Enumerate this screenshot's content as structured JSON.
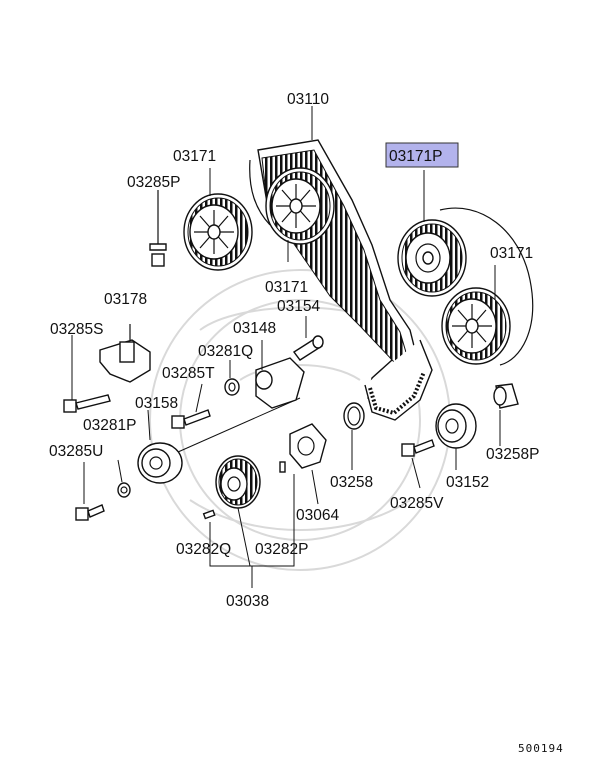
{
  "diagram": {
    "highlight_color": "#b3b3ec",
    "reference_number": "500194",
    "labels": [
      {
        "id": "l03110",
        "text": "03110"
      },
      {
        "id": "l03171a",
        "text": "03171"
      },
      {
        "id": "l03285P",
        "text": "03285P"
      },
      {
        "id": "l03171P",
        "text": "03171P",
        "highlighted": true
      },
      {
        "id": "l03171b",
        "text": "03171"
      },
      {
        "id": "l03171c",
        "text": "03171"
      },
      {
        "id": "l03178",
        "text": "03178"
      },
      {
        "id": "l03154",
        "text": "03154"
      },
      {
        "id": "l03285S",
        "text": "03285S"
      },
      {
        "id": "l03148",
        "text": "03148"
      },
      {
        "id": "l03281Q",
        "text": "03281Q"
      },
      {
        "id": "l03285T",
        "text": "03285T"
      },
      {
        "id": "l03158",
        "text": "03158"
      },
      {
        "id": "l03281P",
        "text": "03281P"
      },
      {
        "id": "l03285U",
        "text": "03285U"
      },
      {
        "id": "l03258",
        "text": "03258"
      },
      {
        "id": "l03152",
        "text": "03152"
      },
      {
        "id": "l03258P",
        "text": "03258P"
      },
      {
        "id": "l03285V",
        "text": "03285V"
      },
      {
        "id": "l03064",
        "text": "03064"
      },
      {
        "id": "l03282Q",
        "text": "03282Q"
      },
      {
        "id": "l03282P",
        "text": "03282P"
      },
      {
        "id": "l03038",
        "text": "03038"
      }
    ]
  }
}
